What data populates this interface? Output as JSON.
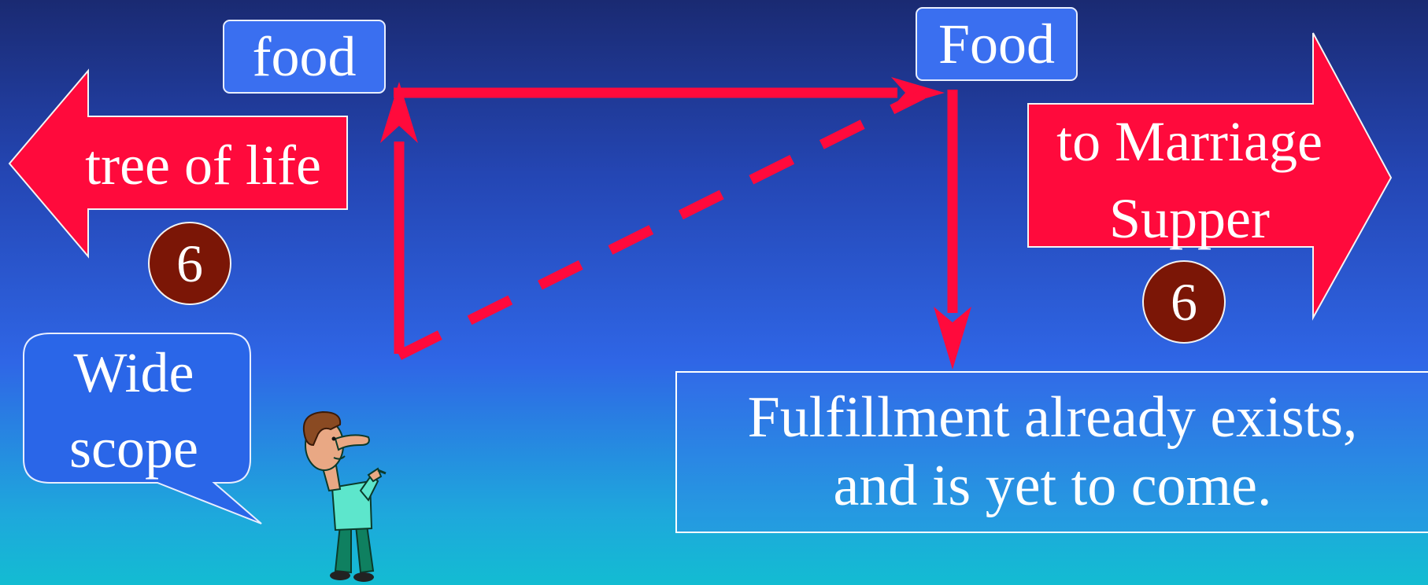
{
  "food_box_left": {
    "text": "food"
  },
  "food_box_right": {
    "text": "Food"
  },
  "left_arrow": {
    "label": "tree of life"
  },
  "right_arrow": {
    "line1": "to Marriage",
    "line2": "Supper"
  },
  "badge_left": {
    "text": "6"
  },
  "badge_right": {
    "text": "6"
  },
  "speech_bubble": {
    "line1": "Wide",
    "line2": "scope"
  },
  "fulfillment": {
    "line1": "Fulfillment already exists,",
    "line2": "and is yet to come."
  },
  "colors": {
    "arrow_red": "#ff0a3c",
    "badge_brown": "#7b1606",
    "food_box_blue": "#3a6ff0",
    "text_white": "#ffffff"
  }
}
